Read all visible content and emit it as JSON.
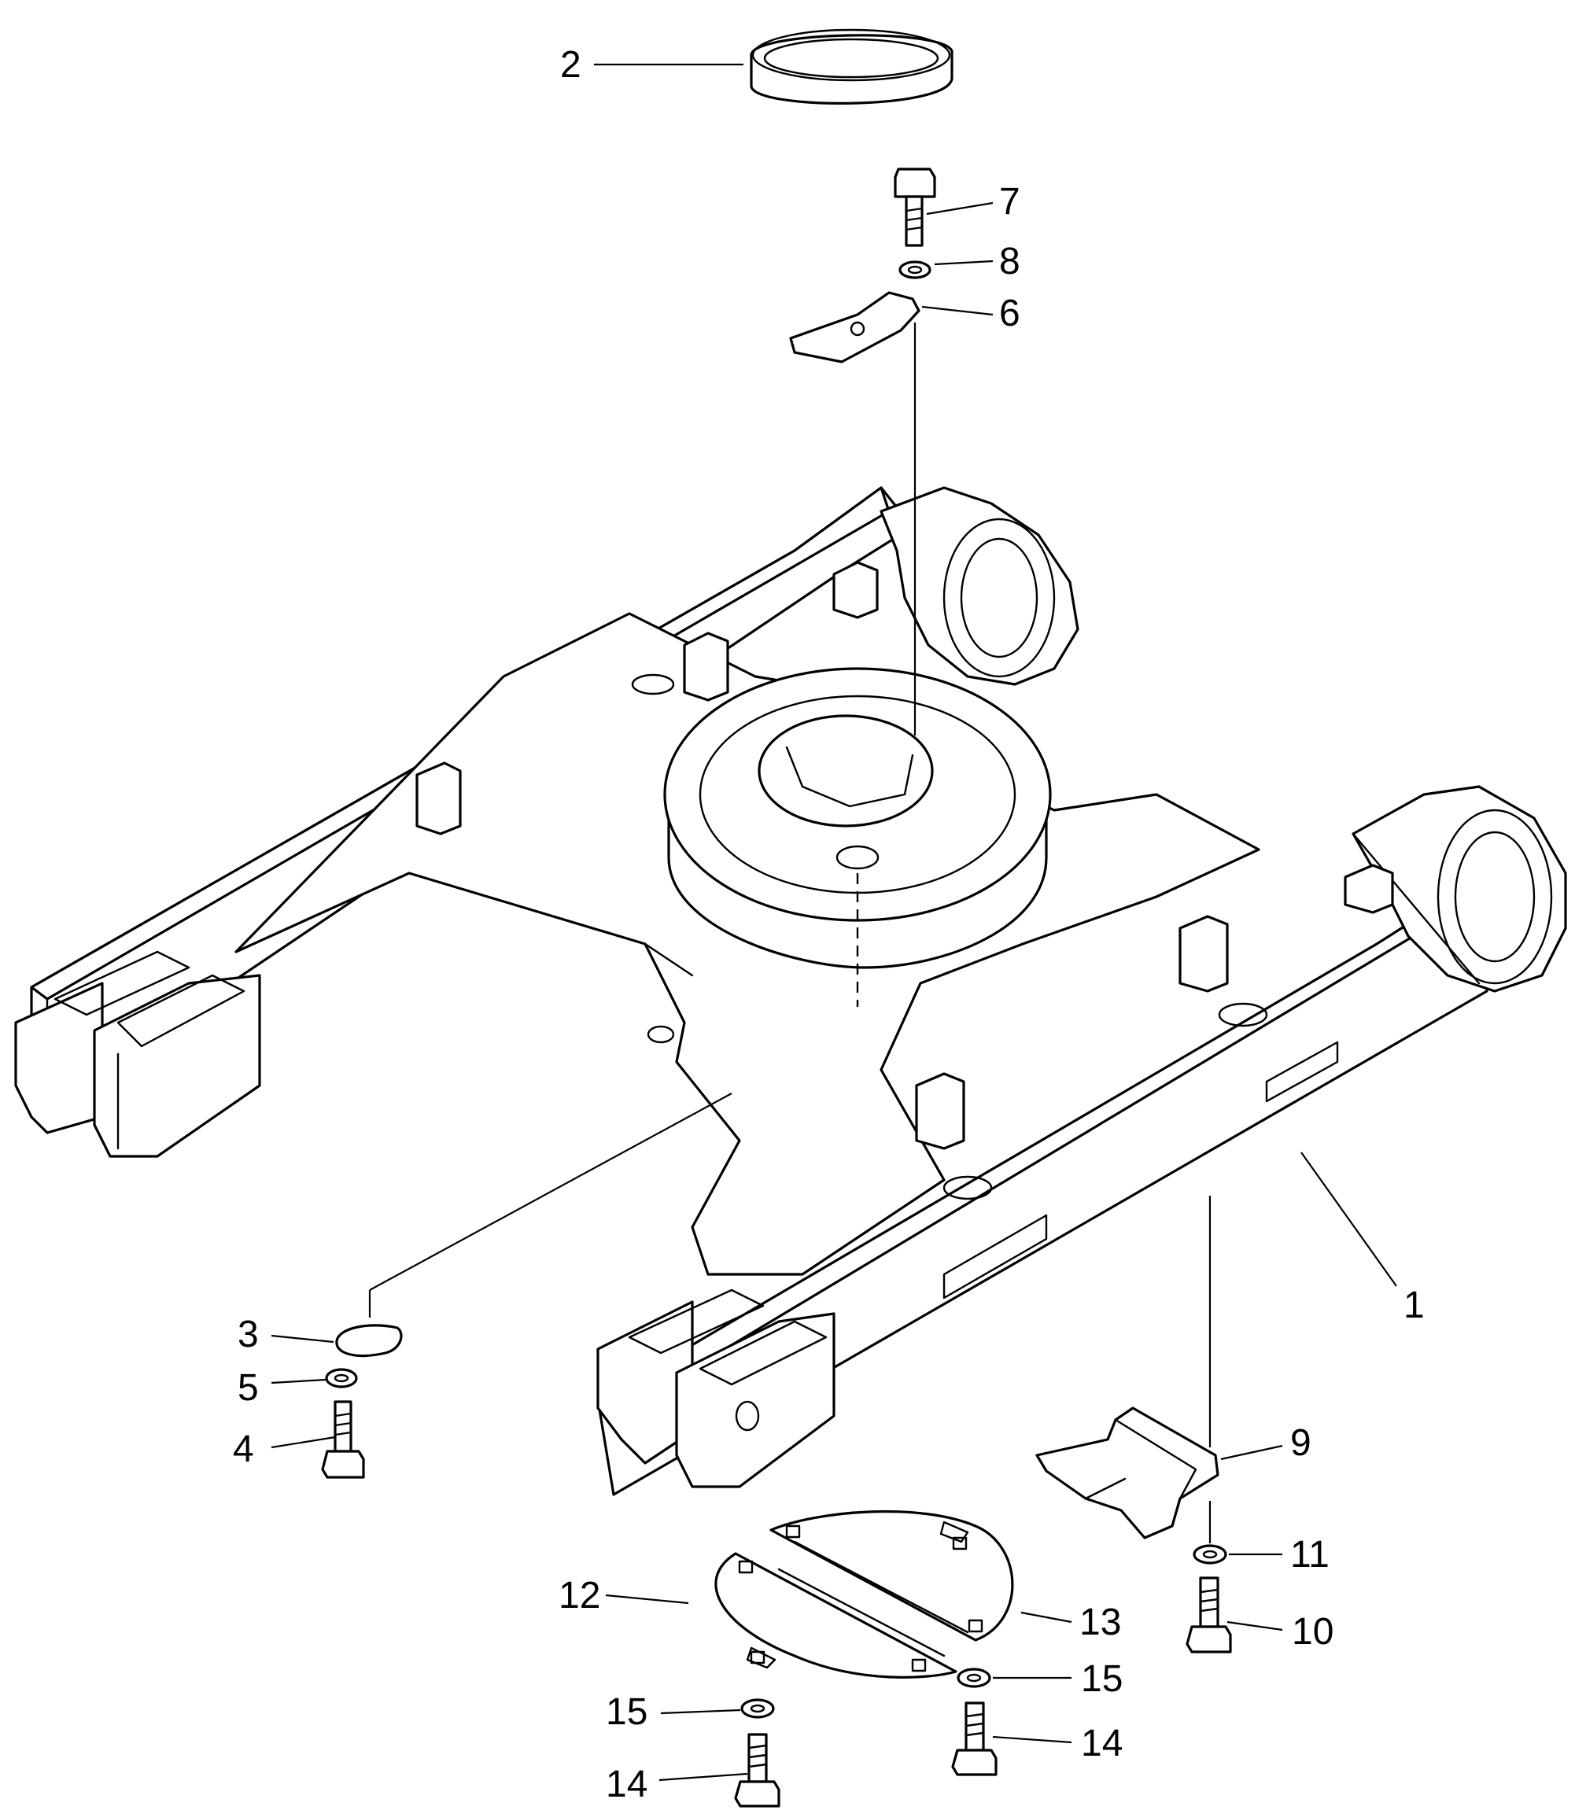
{
  "callouts": {
    "c1": "1",
    "c2": "2",
    "c3": "3",
    "c4": "4",
    "c5": "5",
    "c6": "6",
    "c7": "7",
    "c8": "8",
    "c9": "9",
    "c10": "10",
    "c11": "11",
    "c12": "12",
    "c13": "13",
    "c14a": "14",
    "c14b": "14",
    "c15a": "15",
    "c15b": "15"
  },
  "colors": {
    "line": "#000000",
    "background": "#ffffff"
  }
}
